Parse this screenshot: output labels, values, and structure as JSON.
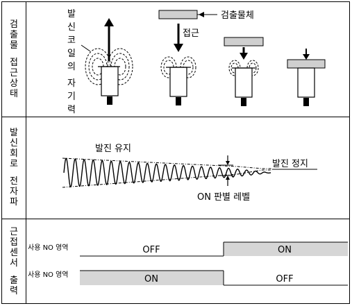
{
  "rows": {
    "approach_label": [
      "검",
      "출",
      "물",
      "",
      "접",
      "근",
      "상",
      "태"
    ],
    "oscillation_label": [
      "발",
      "신",
      "회",
      "로",
      "",
      "전",
      "자",
      "파"
    ],
    "output_label": [
      "근",
      "접",
      "센",
      "서",
      "",
      "출",
      "력"
    ]
  },
  "approach": {
    "coil_field_label": "발신코일의 자기력",
    "target_label": "검출물체",
    "approach_label": "접근"
  },
  "oscillation": {
    "maintain_label": "발진 유지",
    "stop_label": "발진 정지",
    "threshold_label": "ON 판별 레벨"
  },
  "output": {
    "row1_label": "사용 NO 영역",
    "row1_off": "OFF",
    "row1_on": "ON",
    "row2_label": "사용 NO 영역",
    "row2_on": "ON",
    "row2_off": "OFF"
  },
  "colors": {
    "shade": "#d6d6d6",
    "line": "#000000"
  }
}
